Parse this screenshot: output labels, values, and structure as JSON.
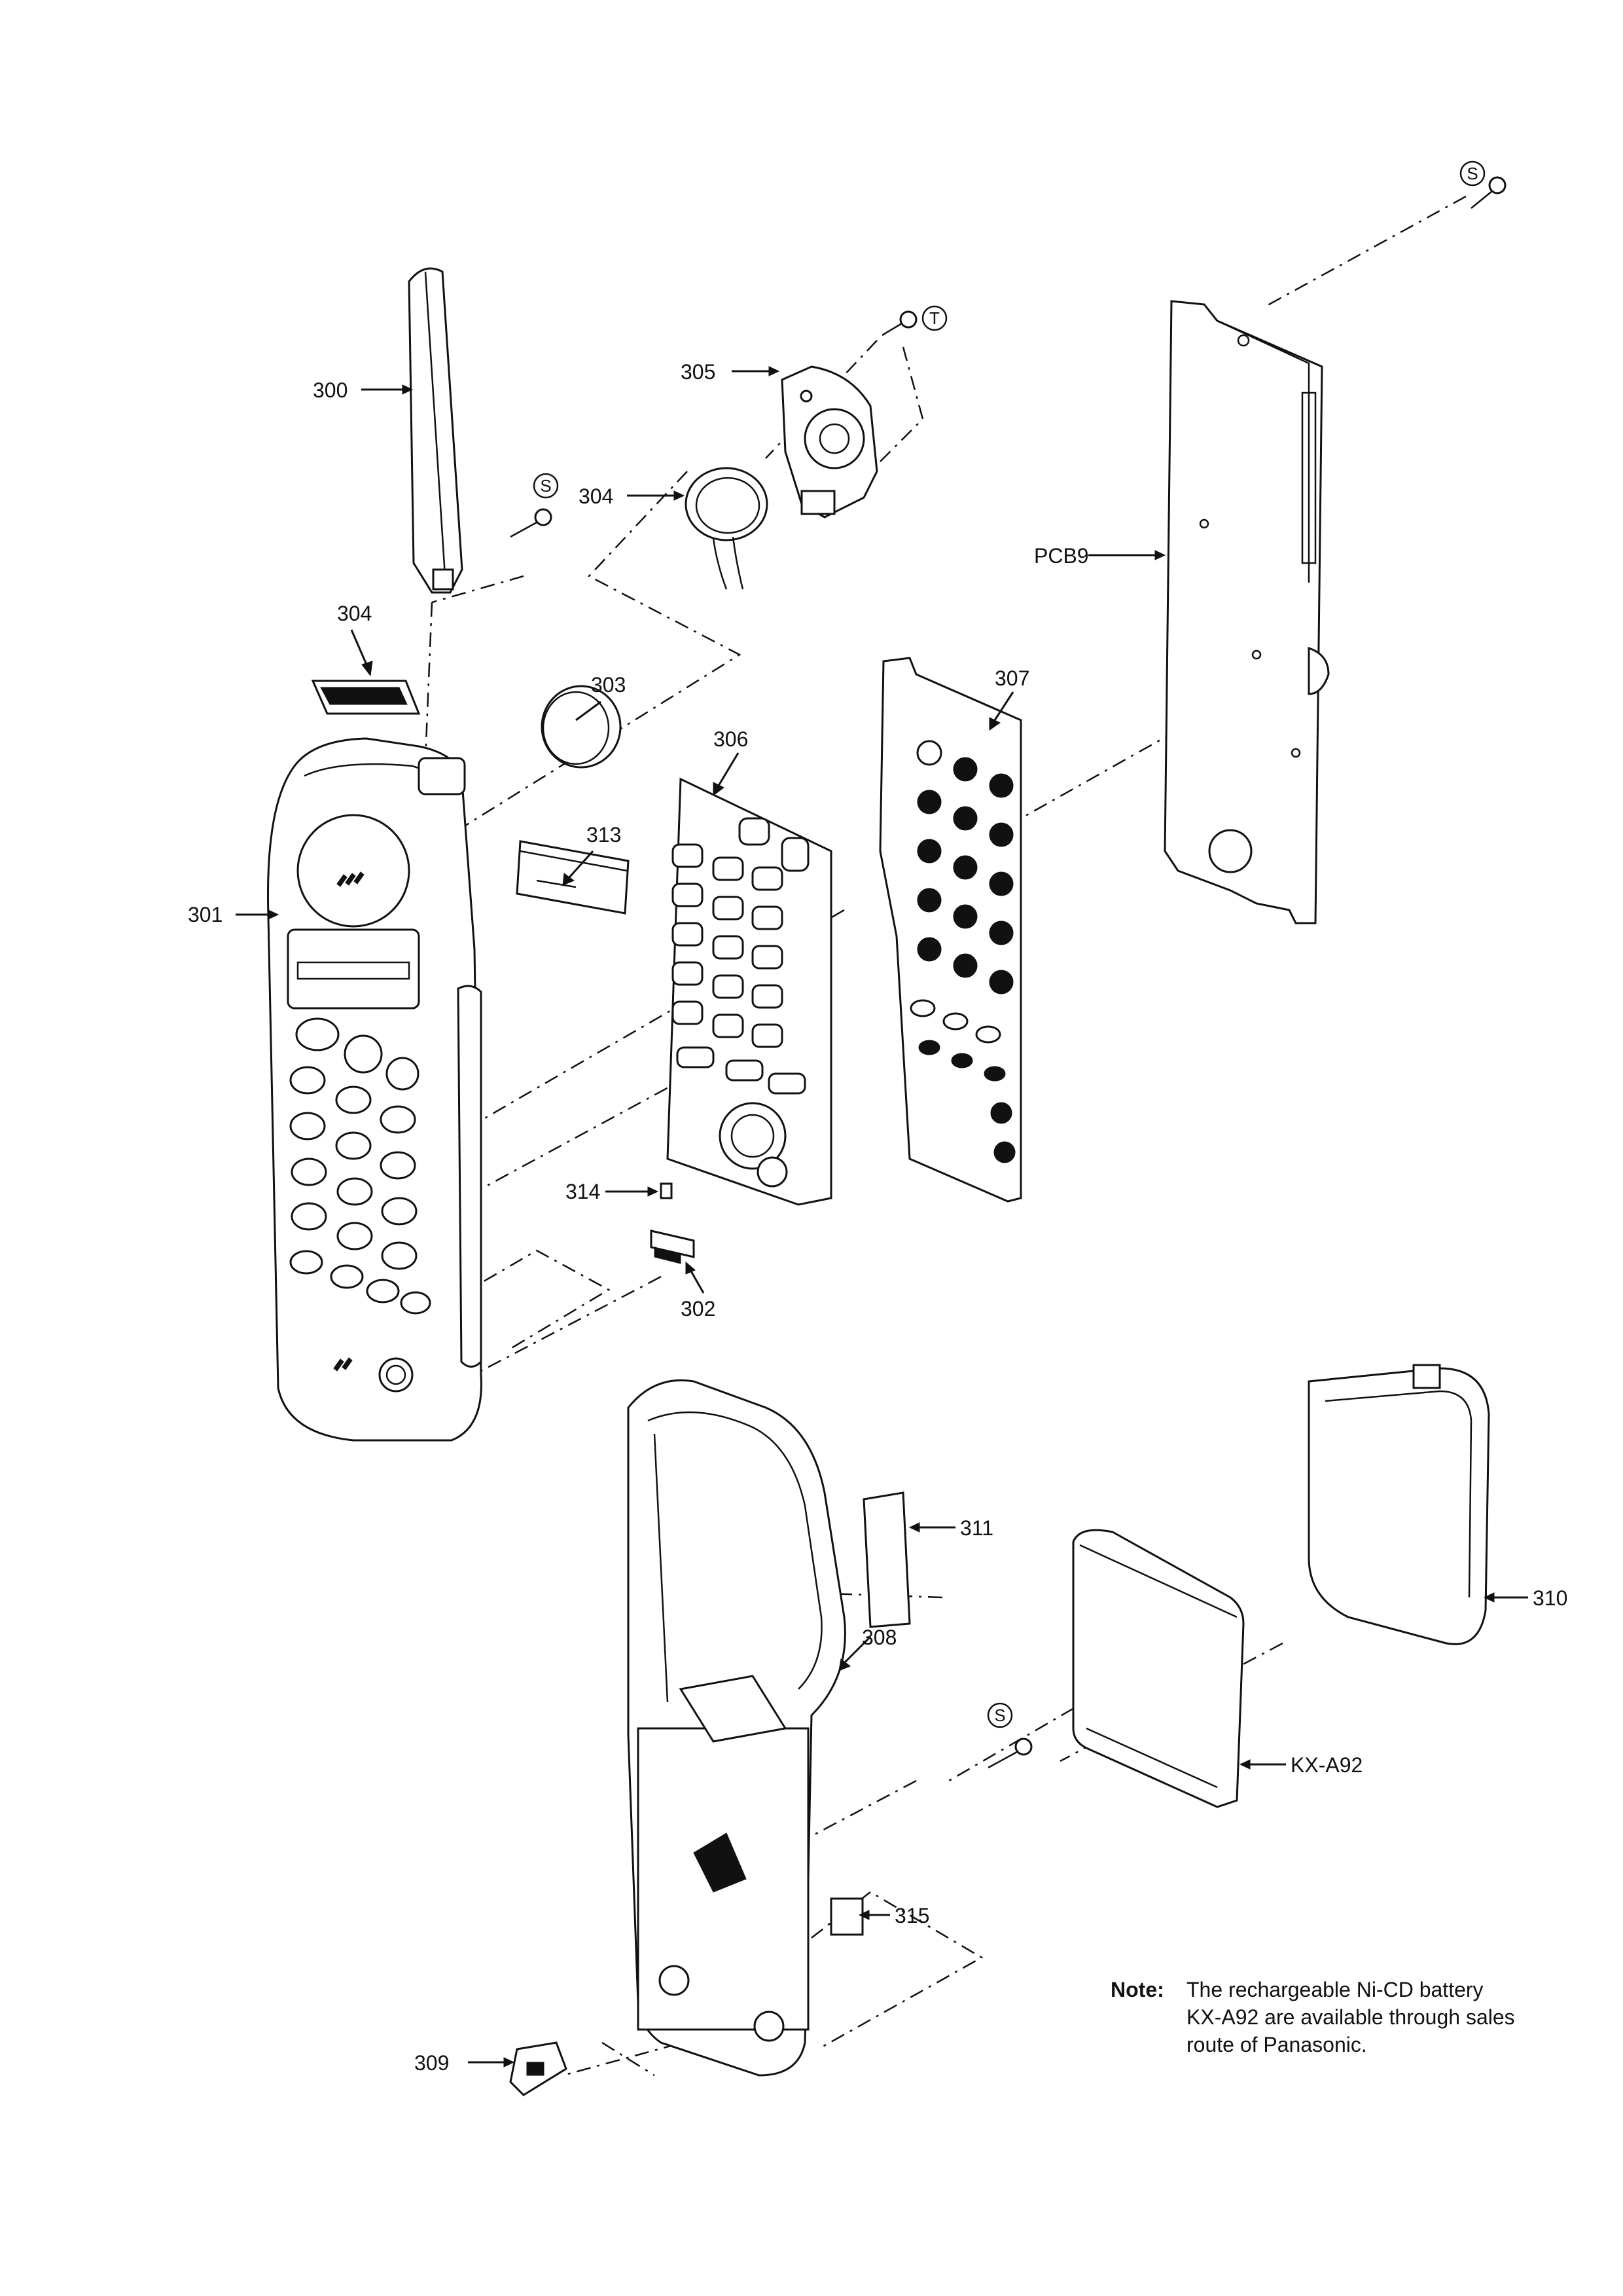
{
  "diagram": {
    "labels": {
      "p300": "300",
      "p301": "301",
      "p302": "302",
      "p303": "303",
      "p304a": "304",
      "p304b": "304",
      "p305": "305",
      "p306": "306",
      "p307": "307",
      "p308": "308",
      "p309": "309",
      "p310": "310",
      "p311": "311",
      "p313": "313",
      "p314": "314",
      "p315": "315",
      "pcb9": "PCB9",
      "kxa92": "KX-A92"
    },
    "screw_marks": {
      "s_top": "S",
      "t_mark": "T",
      "s_antenna": "S",
      "s_bottom": "S"
    },
    "note": {
      "heading": "Note:",
      "line1": "The rechargeable Ni-CD battery",
      "line2": "KX-A92 are available through sales",
      "line3": "route of Panasonic."
    }
  }
}
